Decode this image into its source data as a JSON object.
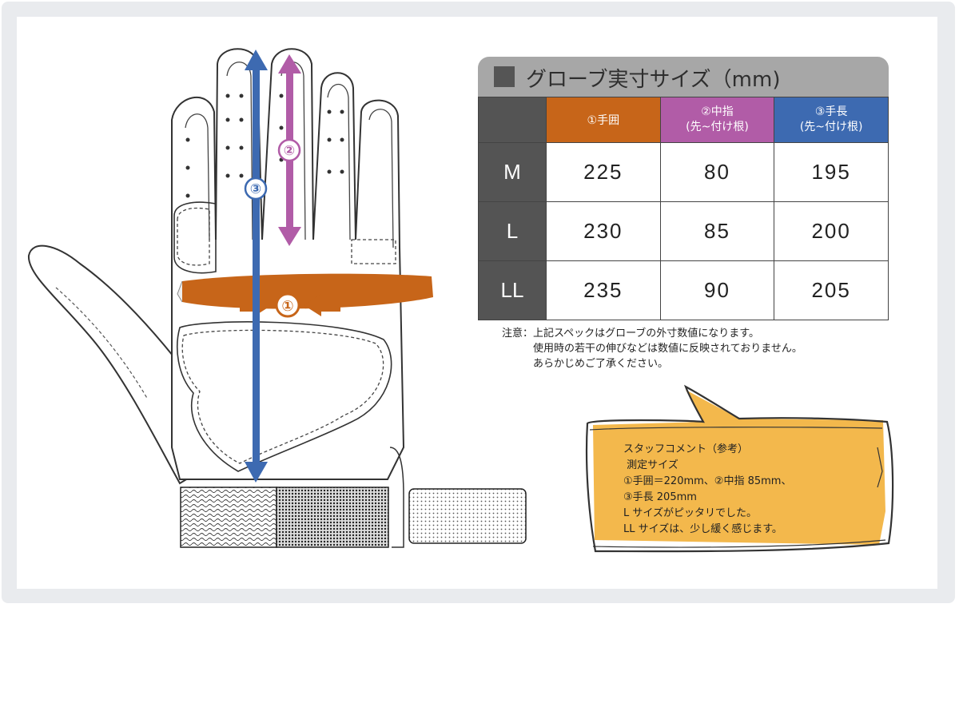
{
  "table": {
    "title": "グローブ実寸サイズ（mm)",
    "headers": {
      "col1": "①手囲",
      "col2_line1": "②中指",
      "col2_line2": "(先~付け根)",
      "col3_line1": "③手長",
      "col3_line2": "(先~付け根)"
    },
    "rows": [
      {
        "size": "M",
        "v1": "225",
        "v2": "80",
        "v3": "195"
      },
      {
        "size": "L",
        "v1": "230",
        "v2": "85",
        "v3": "200"
      },
      {
        "size": "LL",
        "v1": "235",
        "v2": "90",
        "v3": "205"
      }
    ]
  },
  "note": {
    "line1": "注意：上記スペックはグローブの外寸数値になります。",
    "line2": "　　　使用時の若干の伸びなどは数値に反映されておりません。",
    "line3": "　　　あらかじめご了承ください。"
  },
  "comment": {
    "line1": "スタッフコメント（参考）",
    "line2": " 測定サイズ",
    "line3": "①手囲＝220mm、②中指 85mm、",
    "line4": "③手長 205mm",
    "line5": "L サイズがピッタリでした。",
    "line6": "LL サイズは、少し緩く感じます。"
  },
  "markers": {
    "m1": "①",
    "m2": "②",
    "m3": "③"
  },
  "colors": {
    "orange": "#c76519",
    "pink": "#b15ca7",
    "blue": "#3d6ab1",
    "dark_gray": "#545454",
    "comment_yellow": "#f3b84c"
  }
}
